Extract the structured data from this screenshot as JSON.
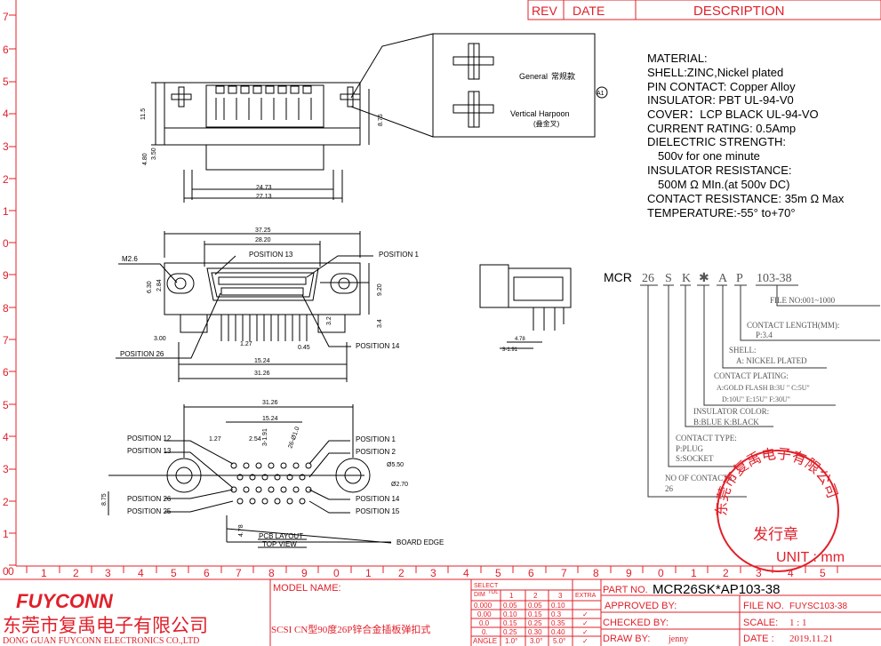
{
  "revision_block": {
    "rev": "REV",
    "date": "DATE",
    "description": "DESCRIPTION"
  },
  "left_scale": [
    "7",
    "6",
    "5",
    "4",
    "3",
    "2",
    "1",
    "0",
    "9",
    "8",
    "7",
    "6",
    "5",
    "4",
    "3",
    "2",
    "1",
    "0"
  ],
  "bottom_scale": [
    "0",
    "1",
    "2",
    "3",
    "4",
    "5",
    "6",
    "7",
    "8",
    "9",
    "0",
    "1",
    "2",
    "3",
    "4",
    "5",
    "6",
    "7",
    "8",
    "9",
    "0",
    "1",
    "2",
    "3",
    "4",
    "5"
  ],
  "detail_box": {
    "general": "General",
    "general_cn": "常规款",
    "vertical": "Vertical Harpoon",
    "vertical_cn": "(叠金叉)",
    "revision_mark": "A1"
  },
  "specs": [
    "MATERIAL:",
    "SHELL:ZINC,Nickel plated",
    "PIN CONTACT: Copper Alloy",
    "INSULATOR: PBT   UL-94-V0",
    "COVER：LCP BLACK UL-94-VO",
    "CURRENT RATING: 0.5Amp",
    "DIELECTRIC STRENGTH:",
    "  500v for one minute",
    "INSULATOR RESISTANCE:",
    "  500M Ω MIn.(at  500v DC)",
    "CONTACT RESISTANCE: 35m Ω   Max",
    "TEMPERATURE:-55°  to+70°"
  ],
  "top_view_dims": {
    "d115": "11.5",
    "d875": "8.75",
    "d480": "4.80",
    "d350": "3.50",
    "d2473": "24.73",
    "d2713": "27.13"
  },
  "front_view": {
    "d3725": "37.25",
    "d2820": "28.20",
    "m26": "M2.6",
    "pos13": "POSITION 13",
    "pos1": "POSITION 1",
    "d630": "6.30",
    "d284": "2.84",
    "d920": "9.20",
    "d32": "3.2",
    "d34": "3.4",
    "d300": "3.00",
    "d127": "1.27",
    "d045": "0.45",
    "pos26": "POSITION 26",
    "pos14": "POSITION 14",
    "d1524": "15.24",
    "d3126": "31.26"
  },
  "side_view": {
    "d478": "4.78",
    "d391": "3-1.91"
  },
  "part_code": {
    "prefix": "MCR",
    "p26": "26",
    "pS": "S",
    "pK": "K",
    "pStar": "✱",
    "pA": "A",
    "pP": "P",
    "pNum": "103-38",
    "file_no": "FILE NO:001~1000",
    "contact_length": "CONTACT LENGTH(MM):",
    "contact_length_v": "P:3.4",
    "shell": "SHELL:",
    "shell_v": "A: NICKEL PLATED",
    "plating": "CONTACT PLATING:",
    "plating_v1": "A:GOLD FLASH   B:3U \" C:5U\"",
    "plating_v2": "D:10U\"  E:15U\"  F:30U\"",
    "ins_color": "INSULATOR COLOR:",
    "ins_color_v": "B:BLUE  K:BLACK",
    "contact_type": "CONTACT TYPE:",
    "ct_p": "P:PLUG",
    "ct_s": "S:SOCKET",
    "contacts": "NO  OF CONTACTS:",
    "contacts_v": "26"
  },
  "pcb": {
    "d3126": "31.26",
    "d1524": "15.24",
    "d127": "1.27",
    "d254": "2.54",
    "d391": "3-1.91",
    "d26": "26-Ø1.0",
    "d550": "Ø5.50",
    "d270": "Ø2.70",
    "d875": "8.75",
    "d478": "4.78",
    "pos12": "POSITION 12",
    "pos13": "POSITION 13",
    "pos26": "POSITION 26",
    "pos25": "POSITION 25",
    "pos1": "POSITION 1",
    "pos2": "POSITION 2",
    "pos14": "POSITION 14",
    "pos15": "POSITION 15",
    "layout": "PCB LAYOUT",
    "view": "TOP VIEW",
    "edge": "BOARD EDGE"
  },
  "stamp": {
    "ring": "东莞市复禹电子有限公司",
    "center": "发行章"
  },
  "unit": "UNIT :  mm",
  "title_block": {
    "logo": "FUYCONN",
    "company_cn": "东莞市复禹电子有限公司",
    "company_en": "DONG GUAN FUYCONN ELECTRONICS CO.,LTD",
    "model_label": "MODEL NAME:",
    "model_value": "SCSI CN型90度26P锌合金插板弹扣式",
    "select": "SELECT",
    "dim": "DIM",
    "tol": "TOL",
    "extra": "EXTRA",
    "cols": [
      "1",
      "2",
      "3"
    ],
    "rows": [
      [
        "0.000",
        "0.05",
        "0.05",
        "0.10",
        ""
      ],
      [
        "0.00",
        "0.10",
        "0.15",
        "0.3",
        "✓"
      ],
      [
        "0.0",
        "0.15",
        "0.25",
        "0.35",
        "✓"
      ],
      [
        "0.",
        "0.25",
        "0.30",
        "0.40",
        "✓"
      ],
      [
        "ANGLE",
        "1.0°",
        "3.0°",
        "5.0°",
        "✓"
      ]
    ],
    "part_no_label": "PART NO.",
    "part_no": "MCR26SK*AP103-38",
    "file_no_label": "FILE NO.",
    "file_no": "FUYSC103-38",
    "approved": "APPROVED BY:",
    "checked": "CHECKED BY:",
    "drawn": "DRAW BY:",
    "drawn_by": "jenny",
    "scale_label": "SCALE:",
    "scale": "1 : 1",
    "date_label": "DATE :",
    "date": "2019.11.21"
  }
}
